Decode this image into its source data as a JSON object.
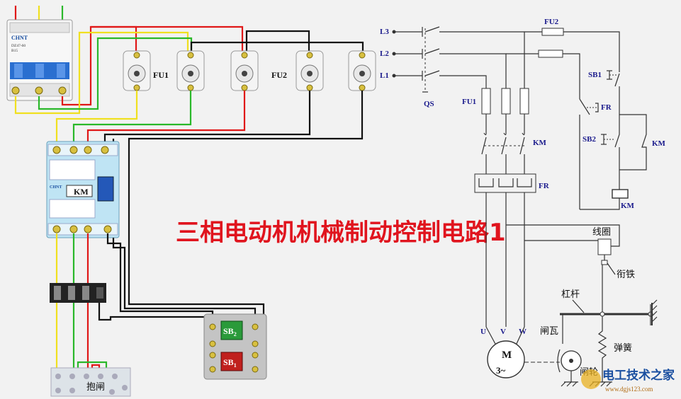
{
  "title": "三相电动机机械制动控制电路1",
  "wiring": {
    "fu1_label": "FU1",
    "fu2_label": "FU2",
    "breaker_brand": "CHNT",
    "breaker_model": "DZ47-60",
    "breaker_rating": "B15",
    "contactor_brand": "CHNT",
    "contactor_label": "KM",
    "sb2_label": "SB",
    "sb2_sub": "2",
    "sb1_label": "SB",
    "sb1_sub": "1",
    "brake_label": "抱闸",
    "wire_colors": {
      "red": "#e01818",
      "yellow": "#f0e020",
      "green": "#2ab82a",
      "black": "#111111"
    }
  },
  "schematic": {
    "l3": "L3",
    "l2": "L2",
    "l1": "L1",
    "qs": "QS",
    "fu1": "FU1",
    "fu2": "FU2",
    "km_main": "KM",
    "fr_main": "FR",
    "sb1": "SB1",
    "fr_ctrl": "FR",
    "sb2": "SB2",
    "km_aux": "KM",
    "km_coil": "KM",
    "u": "U",
    "v": "V",
    "w": "W",
    "motor_m": "M",
    "motor_3": "3~",
    "coil": "线圈",
    "armature": "衔铁",
    "lever": "杠杆",
    "brake_shoe": "闸瓦",
    "spring": "弹簧",
    "brake_wheel": "闸轮"
  },
  "watermark": {
    "site": "电工技术之家",
    "url": "www.dgjs123.com"
  }
}
